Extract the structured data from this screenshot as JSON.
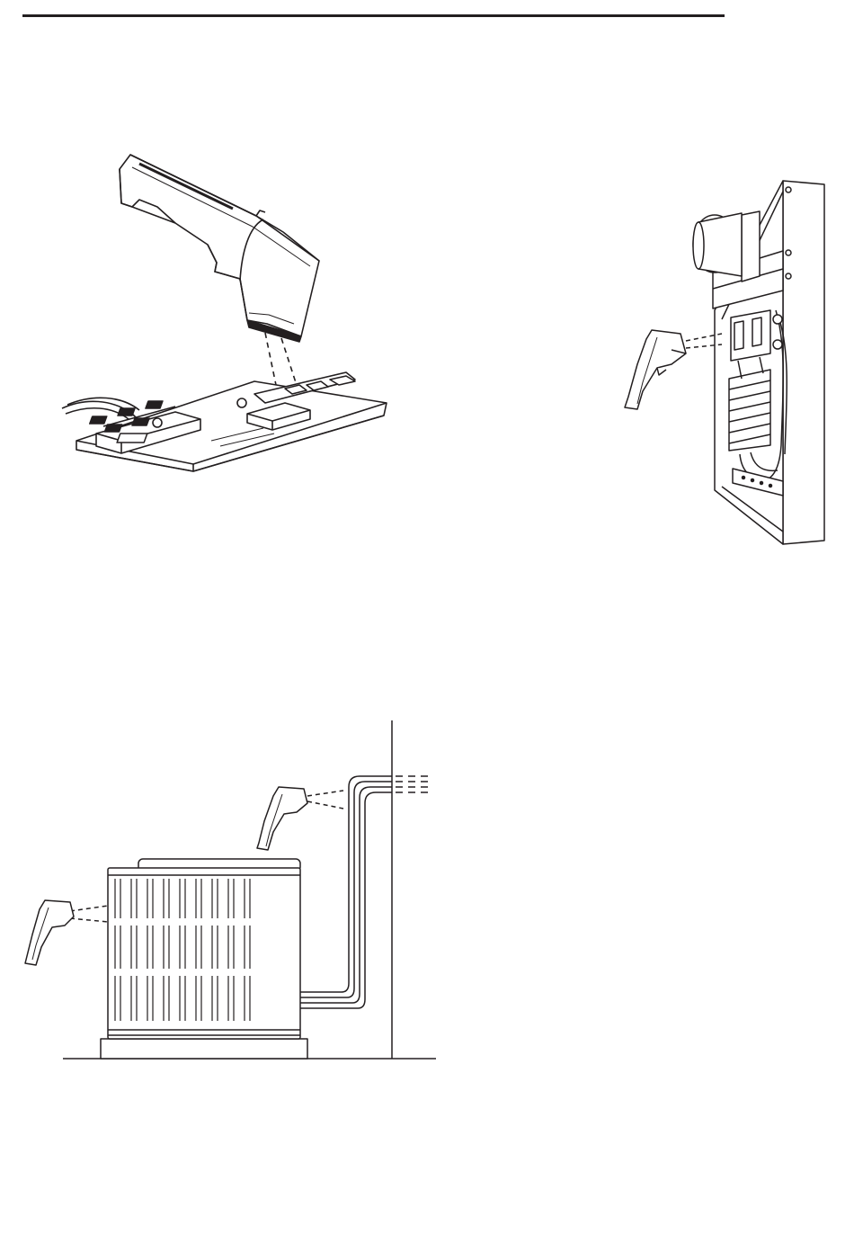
{
  "page": {
    "ink_color": "#231f20",
    "background": "#ffffff"
  },
  "figures": [
    {
      "id": "pcb",
      "icon": "ir-thermometer-over-circuit-board-illustration"
    },
    {
      "id": "panel",
      "icon": "ir-thermometer-at-electrical-panel-illustration"
    },
    {
      "id": "ac",
      "icon": "ir-thermometer-at-ac-condenser-illustration"
    }
  ]
}
